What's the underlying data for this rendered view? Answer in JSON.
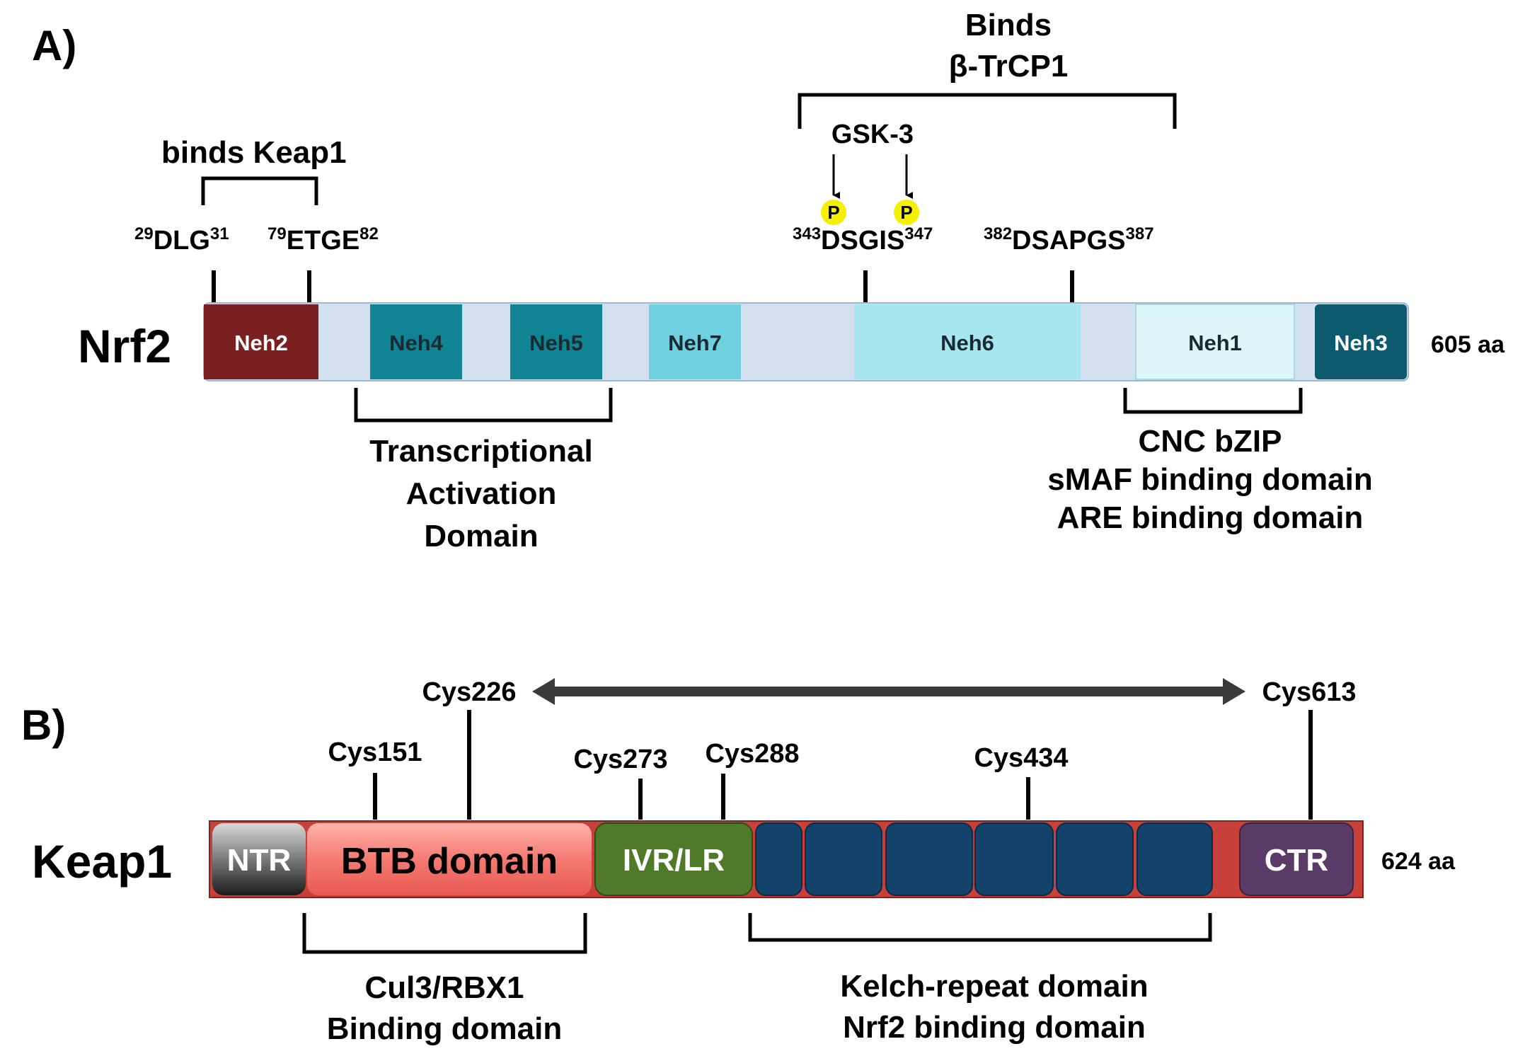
{
  "panel_a": {
    "panel_label": "A)",
    "protein_name": "Nrf2",
    "length_label": "605 aa",
    "domains": [
      {
        "label": "Neh2",
        "color": "#7b2020"
      },
      {
        "label": "Neh4",
        "color": "#0f8494"
      },
      {
        "label": "Neh5",
        "color": "#0f8494"
      },
      {
        "label": "Neh7",
        "color": "#6fd0e0"
      },
      {
        "label": "Neh6",
        "color": "#a6e6ef"
      },
      {
        "label": "Neh1",
        "color": "#dcf6fa"
      },
      {
        "label": "Neh3",
        "color": "#0d5a6e"
      }
    ],
    "backbone_color": "#d3e1ee",
    "motifs": {
      "dlg": {
        "pre": "29",
        "main": "DLG",
        "post": "31"
      },
      "etge": {
        "pre": "79",
        "main": "ETGE",
        "post": "82"
      },
      "dsgis": {
        "pre": "343",
        "main": "DSGIS",
        "post": "347"
      },
      "dsapgs": {
        "pre": "382",
        "main": "DSAPGS",
        "post": "387"
      }
    },
    "binds_keap1": "binds Keap1",
    "binds_trcp_line1": "Binds",
    "binds_trcp_line2": "β-TrCP1",
    "gsk3": "GSK-3",
    "phospho": "P",
    "phospho_color": "#f4f000",
    "tad": [
      "Transcriptional",
      "Activation",
      "Domain"
    ],
    "cnc": [
      "CNC bZIP",
      "sMAF binding domain",
      "ARE binding domain"
    ]
  },
  "panel_b": {
    "panel_label": "B)",
    "protein_name": "Keap1",
    "length_label": "624 aa",
    "backbone_color": "#c9403a",
    "domains": {
      "ntr": {
        "label": "NTR",
        "color": "#6e6e6e"
      },
      "btb": {
        "label": "BTB domain",
        "color": "#f47a72"
      },
      "ivr": {
        "label": "IVR/LR",
        "color": "#4f7a2a"
      },
      "kelch": {
        "label": "",
        "color": "#13426a"
      },
      "ctr": {
        "label": "CTR",
        "color": "#5a3a66"
      }
    },
    "cysteines": {
      "c151": "Cys151",
      "c226": "Cys226",
      "c273": "Cys273",
      "c288": "Cys288",
      "c434": "Cys434",
      "c613": "Cys613"
    },
    "cul3": [
      "Cul3/RBX1",
      "Binding domain"
    ],
    "kelch_label": [
      "Kelch-repeat domain",
      "Nrf2 binding domain"
    ]
  }
}
